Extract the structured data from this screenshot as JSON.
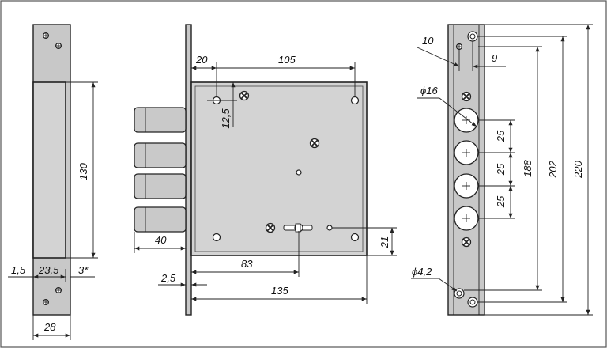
{
  "dimensions": {
    "left_view": {
      "height_130": "130",
      "gap_1_5": "1,5",
      "width_23_5": "23,5",
      "depth_3": "3*",
      "width_28": "28"
    },
    "front_view": {
      "offset_20": "20",
      "spacing_105": "105",
      "offset_12_5": "12,5",
      "bolt_40": "40",
      "key_21": "21",
      "backset_83": "83",
      "plate_2_5": "2,5",
      "width_135": "135"
    },
    "right_view": {
      "offset_10": "10",
      "offset_9": "9",
      "diameter_16": "ϕ16",
      "pitch_25_a": "25",
      "pitch_25_b": "25",
      "pitch_25_c": "25",
      "span_188": "188",
      "span_202": "202",
      "span_220": "220",
      "diameter_4_2": "ϕ4,2"
    }
  }
}
